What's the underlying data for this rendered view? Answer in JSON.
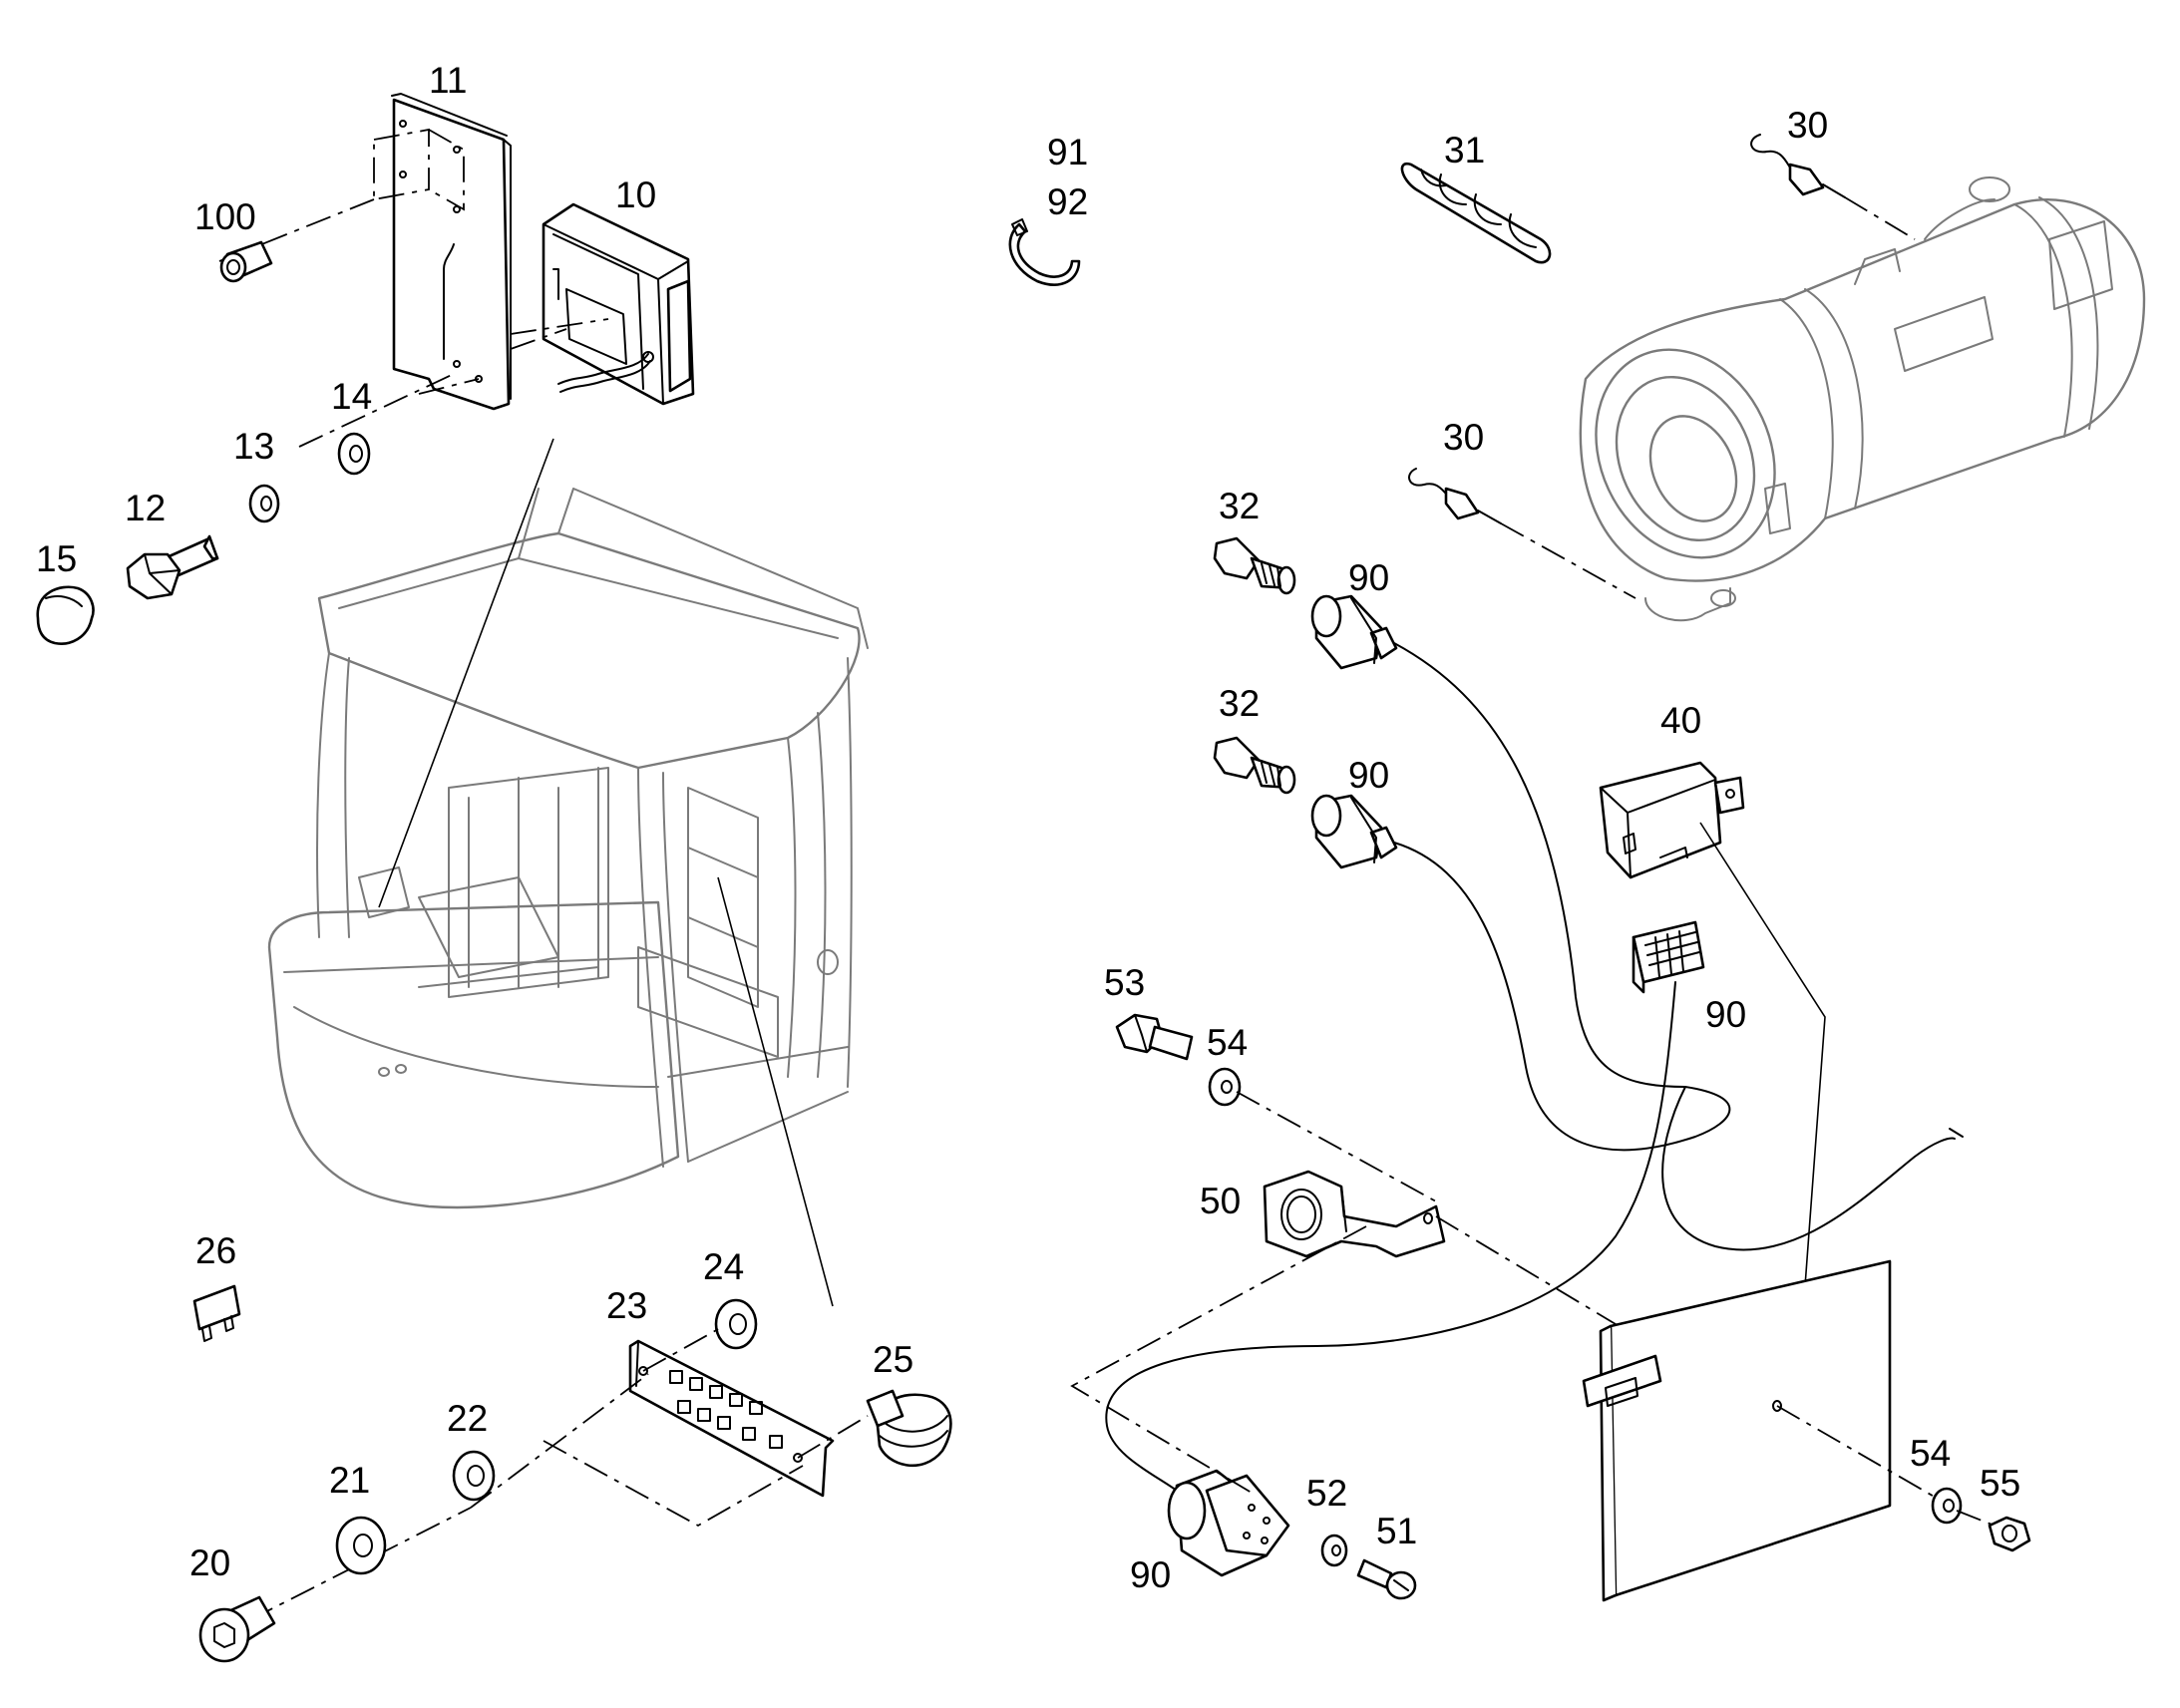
{
  "callouts": {
    "c11": "11",
    "c10": "10",
    "c100": "100",
    "c14": "14",
    "c13": "13",
    "c12": "12",
    "c15": "15",
    "c91": "91",
    "c92": "92",
    "c31": "31",
    "c30a": "30",
    "c30b": "30",
    "c32a": "32",
    "c90a": "90",
    "c32b": "32",
    "c90b": "90",
    "c40": "40",
    "c90c": "90",
    "c53": "53",
    "c54a": "54",
    "c50": "50",
    "c26": "26",
    "c24": "24",
    "c23": "23",
    "c25": "25",
    "c22": "22",
    "c21": "21",
    "c20": "20",
    "c90d": "90",
    "c52": "52",
    "c51": "51",
    "c54b": "54",
    "c55": "55"
  },
  "colors": {
    "line": "#000000",
    "ghost": "#7a7a7a",
    "background": "#ffffff"
  }
}
